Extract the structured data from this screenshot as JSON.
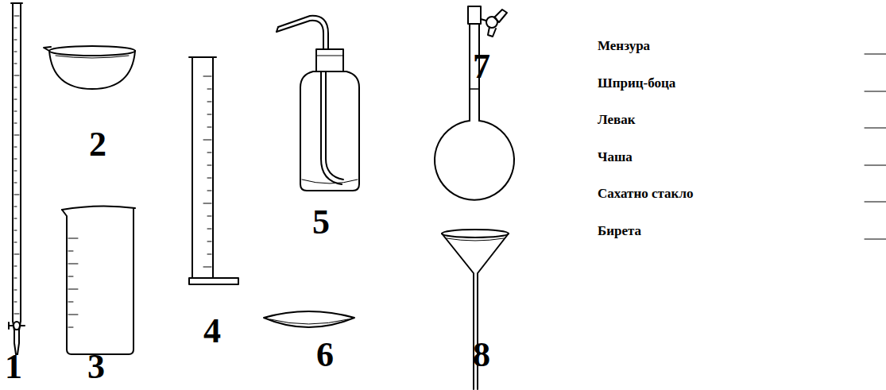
{
  "diagram": {
    "labels": [
      "1",
      "2",
      "3",
      "4",
      "5",
      "6",
      "7",
      "8",
      "Мензура",
      "Шприц-боца",
      "Левак",
      "Чаша",
      "Сахатно стакло",
      "Бирета"
    ]
  }
}
